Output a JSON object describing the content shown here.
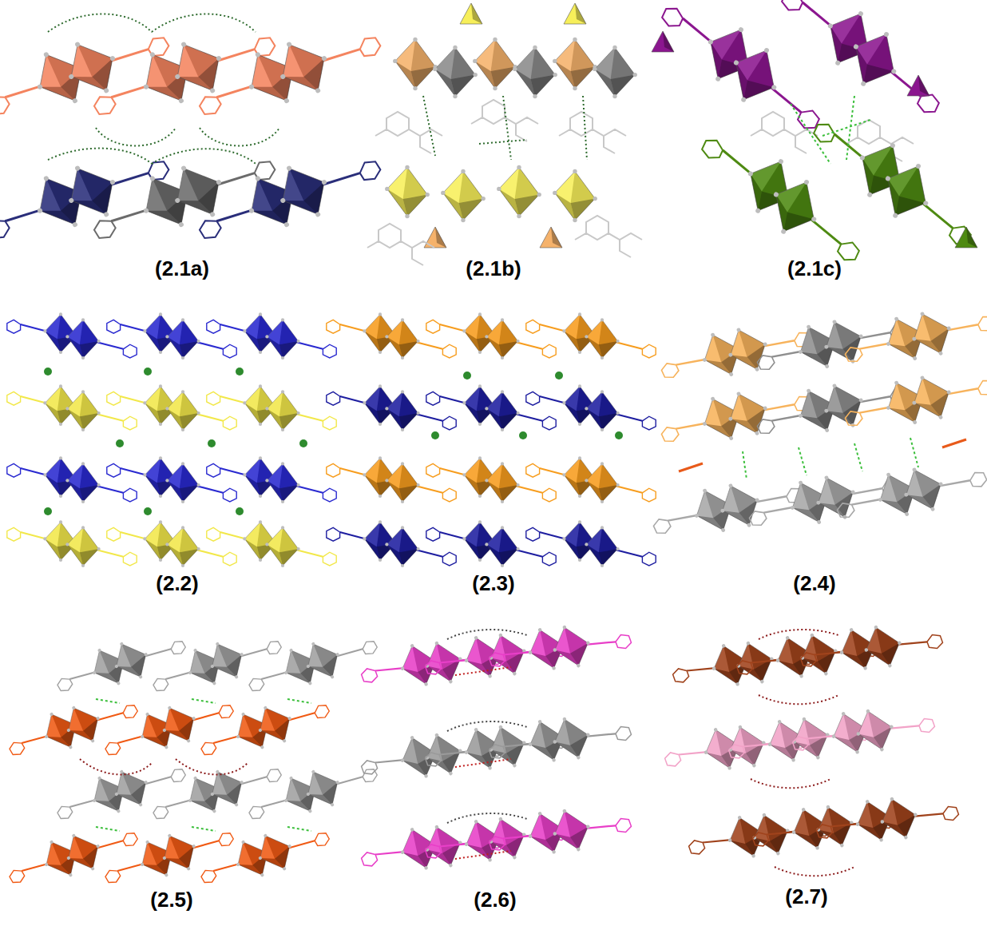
{
  "diagram": {
    "labels": [
      "(2.1a)",
      "(2.1b)",
      "(2.1c)",
      "(2.2)",
      "(2.3)",
      "(2.4)",
      "(2.5)",
      "(2.6)",
      "(2.7)"
    ]
  }
}
